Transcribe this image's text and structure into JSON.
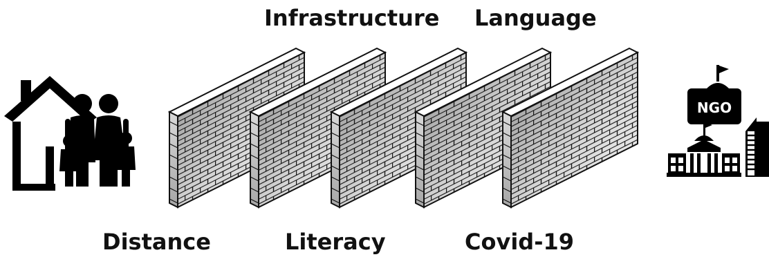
{
  "barriers": {
    "top": [
      "Infrastructure",
      "Language"
    ],
    "bottom": [
      "Distance",
      "Literacy",
      "Covid-19"
    ]
  },
  "organizations": {
    "ngo_sign": "NGO"
  },
  "icons": [
    "family-home-icon",
    "brick-wall-icon",
    "ngo-building-icon",
    "government-building-icon",
    "skyscraper-icon"
  ],
  "colors": {
    "icon": "#000000",
    "text": "#111111",
    "brick_light": "#f2f2f2",
    "brick_dark": "#8a8a8a"
  }
}
